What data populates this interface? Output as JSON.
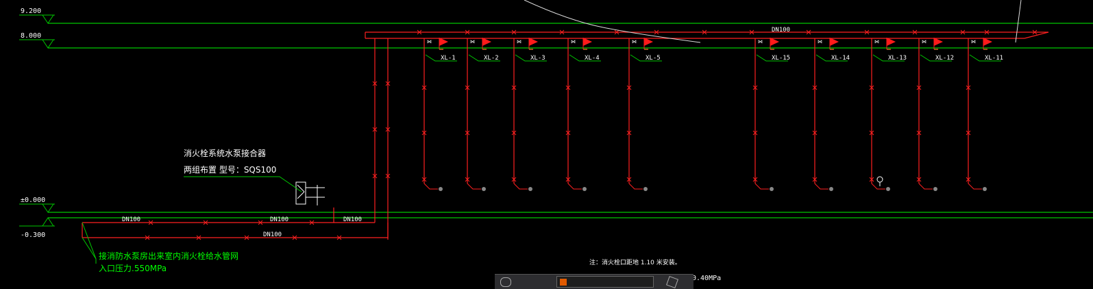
{
  "levels": {
    "l9200": "9.200",
    "l8000": "8.000",
    "l0000": "±0.000",
    "l0300": "-0.300"
  },
  "pipe_labels": {
    "top_main": "DN100",
    "ground_1": "DN100",
    "ground_2": "DN100",
    "ground_3": "DN100",
    "lower_main": "DN100"
  },
  "risers": [
    "XL-1",
    "XL-2",
    "XL-3",
    "XL-4",
    "XL-5",
    "XL-15",
    "XL-14",
    "XL-13",
    "XL-12",
    "XL-11"
  ],
  "annotations": {
    "adapter_line1": "消火栓系统水泵接合器",
    "adapter_line2": "两组布置 型号：SQS100",
    "source_line1": "接消防水泵房出来室内消火栓给水管网",
    "source_line2": "入口压力.550MPa",
    "note": "注：消火栓口距地    1.10   米安装。",
    "pressure": "0.40MPa"
  },
  "colors": {
    "background": "#000000",
    "level_line": "#00c800",
    "pipe": "#ff2020",
    "label": "#ffffff",
    "callout": "#00ff00"
  }
}
